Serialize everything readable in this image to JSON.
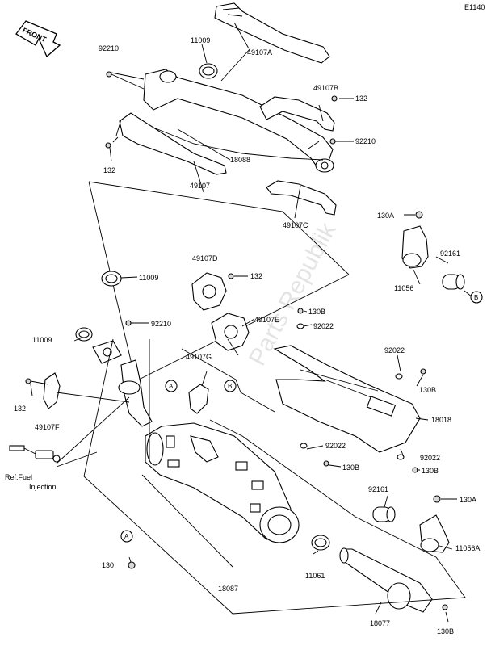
{
  "page_code": "E1140",
  "front_label": "FRONT",
  "watermark": "Parts Republik",
  "reference_note": {
    "line1": "Ref.Fuel",
    "line2": "Injection"
  },
  "callouts": {
    "a": "A",
    "b": "B"
  },
  "labels": {
    "p92210_top": "92210",
    "p11009_top": "11009",
    "p49107A": "49107A",
    "p49107B": "49107B",
    "p132_right": "132",
    "p92210_right": "92210",
    "p18088": "18088",
    "p132_left": "132",
    "p49107": "49107",
    "p49107C": "49107C",
    "p130A_top": "130A",
    "p92161_top": "92161",
    "p11056": "11056",
    "p49107D": "49107D",
    "p132_mid": "132",
    "p11009_mid": "11009",
    "p130B_1": "130B",
    "p92022_1": "92022",
    "p49107E": "49107E",
    "p92210_mid": "92210",
    "p11009_left": "11009",
    "p49107G": "49107G",
    "p92022_2": "92022",
    "p130B_2": "130B",
    "p132_low": "132",
    "p49107F": "49107F",
    "p18018": "18018",
    "p92022_3": "92022",
    "p130B_3": "130B",
    "p92022_4": "92022",
    "p130B_4": "130B",
    "p92161_low": "92161",
    "p130A_low": "130A",
    "p11056A": "11056A",
    "p130": "130",
    "p18087": "18087",
    "p11061": "11061",
    "p18077": "18077",
    "p130B_5": "130B"
  }
}
